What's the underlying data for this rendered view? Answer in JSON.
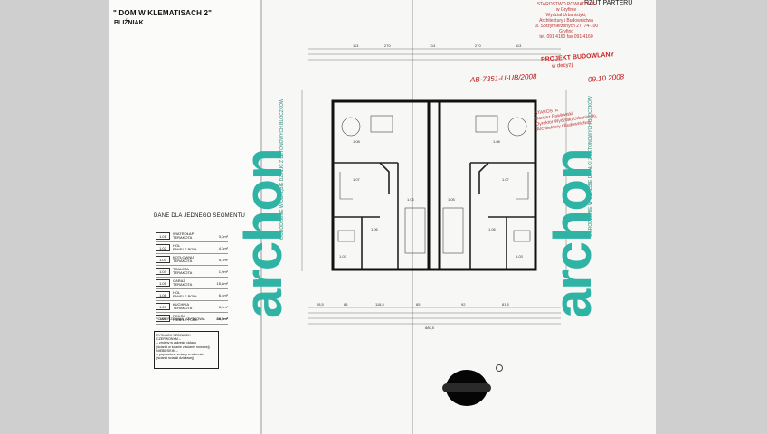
{
  "header": {
    "title": "\" DOM W KLEMATISACH 2\"",
    "subtitle": "BLIŹNIAK",
    "view": "RZUT PARTERU"
  },
  "summary": {
    "heading": "DANE DLA JEDNEGO SEGMENTU",
    "rooms": [
      {
        "no": "1.01",
        "name": "WIATROŁAP",
        "sub": "TERAKOTA",
        "area": "3,3m²"
      },
      {
        "no": "1.02",
        "name": "HOL",
        "sub": "PANELE PODŁ.",
        "area": "4,3m²"
      },
      {
        "no": "1.03",
        "name": "KOTŁOWNIA",
        "sub": "TERAKOTA",
        "area": "5,1m²"
      },
      {
        "no": "1.04",
        "name": "TOALETA",
        "sub": "TERAKOTA",
        "area": "1,9m²"
      },
      {
        "no": "1.05",
        "name": "GARAŻ",
        "sub": "TERAKOTA",
        "area": "15,8m²"
      },
      {
        "no": "1.06",
        "name": "HOL",
        "sub": "PANELE PODŁ.",
        "area": "6,4m²"
      },
      {
        "no": "1.07",
        "name": "KUCHNIA",
        "sub": "TERAKOTA",
        "area": "6,9m²"
      },
      {
        "no": "1.08",
        "name": "POKÓJ",
        "sub": "PANELE PODŁ.",
        "area": "24,9m²"
      }
    ],
    "total_label": "POWIERZCHNIA UŻYTKOWA",
    "total_value": "68,5m²",
    "legend": [
      "RYSUNEK SZCZUREK",
      "CZERWONYM –",
      "– zmiany w zakresie układu",
      "(ścianki w ścianie z ścianie murowej)",
      "NIEBIESKIM –",
      "– poprawione zmiany w zakresie",
      "(ścianki ścianki działowej)"
    ]
  },
  "stamps": {
    "office": [
      "STAROSTWO POWIATOWE",
      "w Gryfinie",
      "Wydział Urbanistyki,",
      "Architektury i Budownictwa",
      "ul. Sprzymierzonych 27, 74-100 Gryfino",
      "tel. 091 4160 fax 091 4160"
    ],
    "approval": "PROJEKT BUDOWLANY",
    "approval_sub": "w decyzji",
    "handwritten": "AB-7351-U-UB/2008",
    "handwritten_date": "09.10.2008",
    "signature_stamp": [
      "STAROSTA",
      "Dariusz Pawłowski",
      "Dyrektor Wydziału Urbanistyki,",
      "Architektury i Budownictwa"
    ]
  },
  "watermark": {
    "text": "archon",
    "color": "#2fb3a4"
  },
  "plan": {
    "dimensions_top": [
      "113",
      "270",
      "114",
      "270",
      "113"
    ],
    "dimensions_bottom": [
      "28,5",
      "85",
      "118,5",
      "85",
      "92",
      "81,5"
    ],
    "total_width": "880,5",
    "rooms": [
      "1.08",
      "1.07",
      "1.06",
      "1.05",
      "1.04",
      "1.03",
      "1.02",
      "1.01"
    ],
    "vertical_note": "OGRODZENIE W OBRĘBIE DZIAŁKI Z BETONOWYCH BLOCZKÓW"
  }
}
